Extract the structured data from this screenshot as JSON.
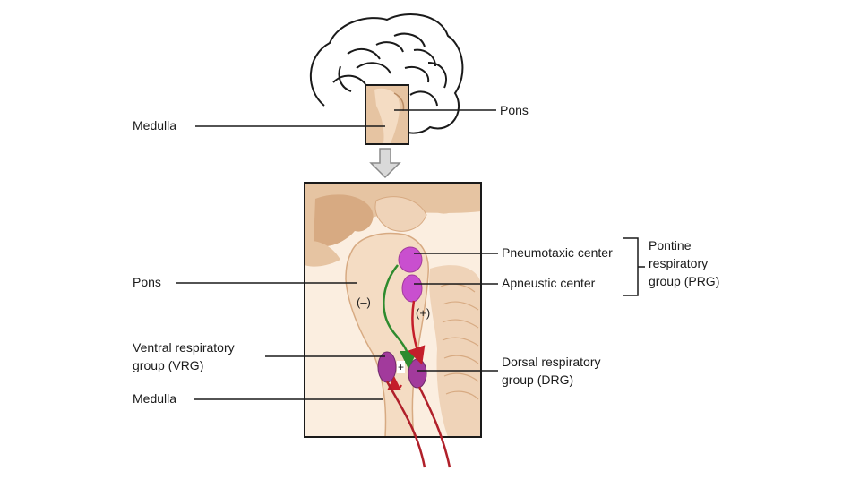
{
  "labels": {
    "top_medulla": "Medulla",
    "top_pons": "Pons",
    "pons": "Pons",
    "vrg_line1": "Ventral respiratory",
    "vrg_line2": "group (VRG)",
    "medulla": "Medulla",
    "pneumotaxic": "Pneumotaxic center",
    "apneustic": "Apneustic center",
    "drg_line1": "Dorsal respiratory",
    "drg_line2": "group (DRG)",
    "prg_line1": "Pontine",
    "prg_line2": "respiratory",
    "prg_line3": "group (PRG)",
    "inhibit": "(–)",
    "excite": "(+)",
    "excite_small": "+"
  },
  "colors": {
    "brainstem_fill": "#f4dcc3",
    "tissue_dark": "#d7aa82",
    "tissue_mid": "#e6c4a2",
    "center_purple": "#c94fcf",
    "group_purple": "#a23a9c",
    "inhibit_arrow": "#2e8b2e",
    "excite_arrow": "#c41e2a",
    "outline": "#1a1a1a"
  }
}
